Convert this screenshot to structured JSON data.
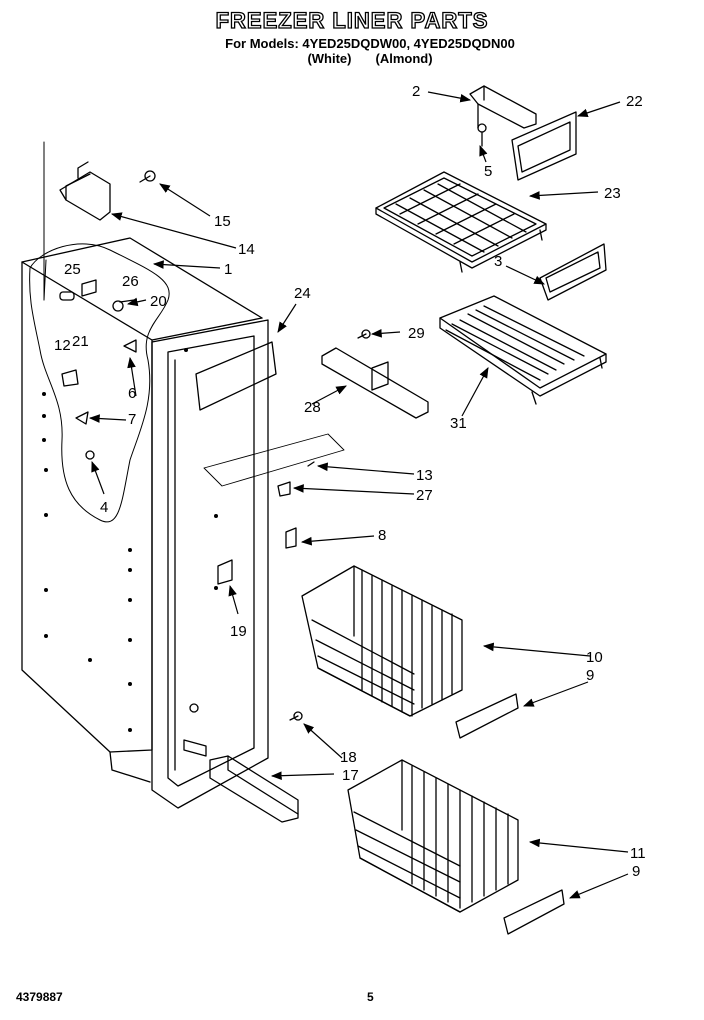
{
  "header": {
    "title": "FREEZER LINER PARTS",
    "models_line": "For Models: 4YED25DQDW00, 4YED25DQDN00",
    "color_white": "(White)",
    "color_almond": "(Almond)"
  },
  "footer": {
    "doc_number": "4379887",
    "page_number": "5"
  },
  "callouts": {
    "c1": "1",
    "c2": "2",
    "c3": "3",
    "c4": "4",
    "c5": "5",
    "c6": "6",
    "c7": "7",
    "c8": "8",
    "c9a": "9",
    "c9b": "9",
    "c10": "10",
    "c11": "11",
    "c12": "12",
    "c13": "13",
    "c14": "14",
    "c15": "15",
    "c17": "17",
    "c18": "18",
    "c19": "19",
    "c20": "20",
    "c21": "21",
    "c22": "22",
    "c23": "23",
    "c24": "24",
    "c25": "25",
    "c26": "26",
    "c27": "27",
    "c28": "28",
    "c29": "29",
    "c31": "31"
  }
}
